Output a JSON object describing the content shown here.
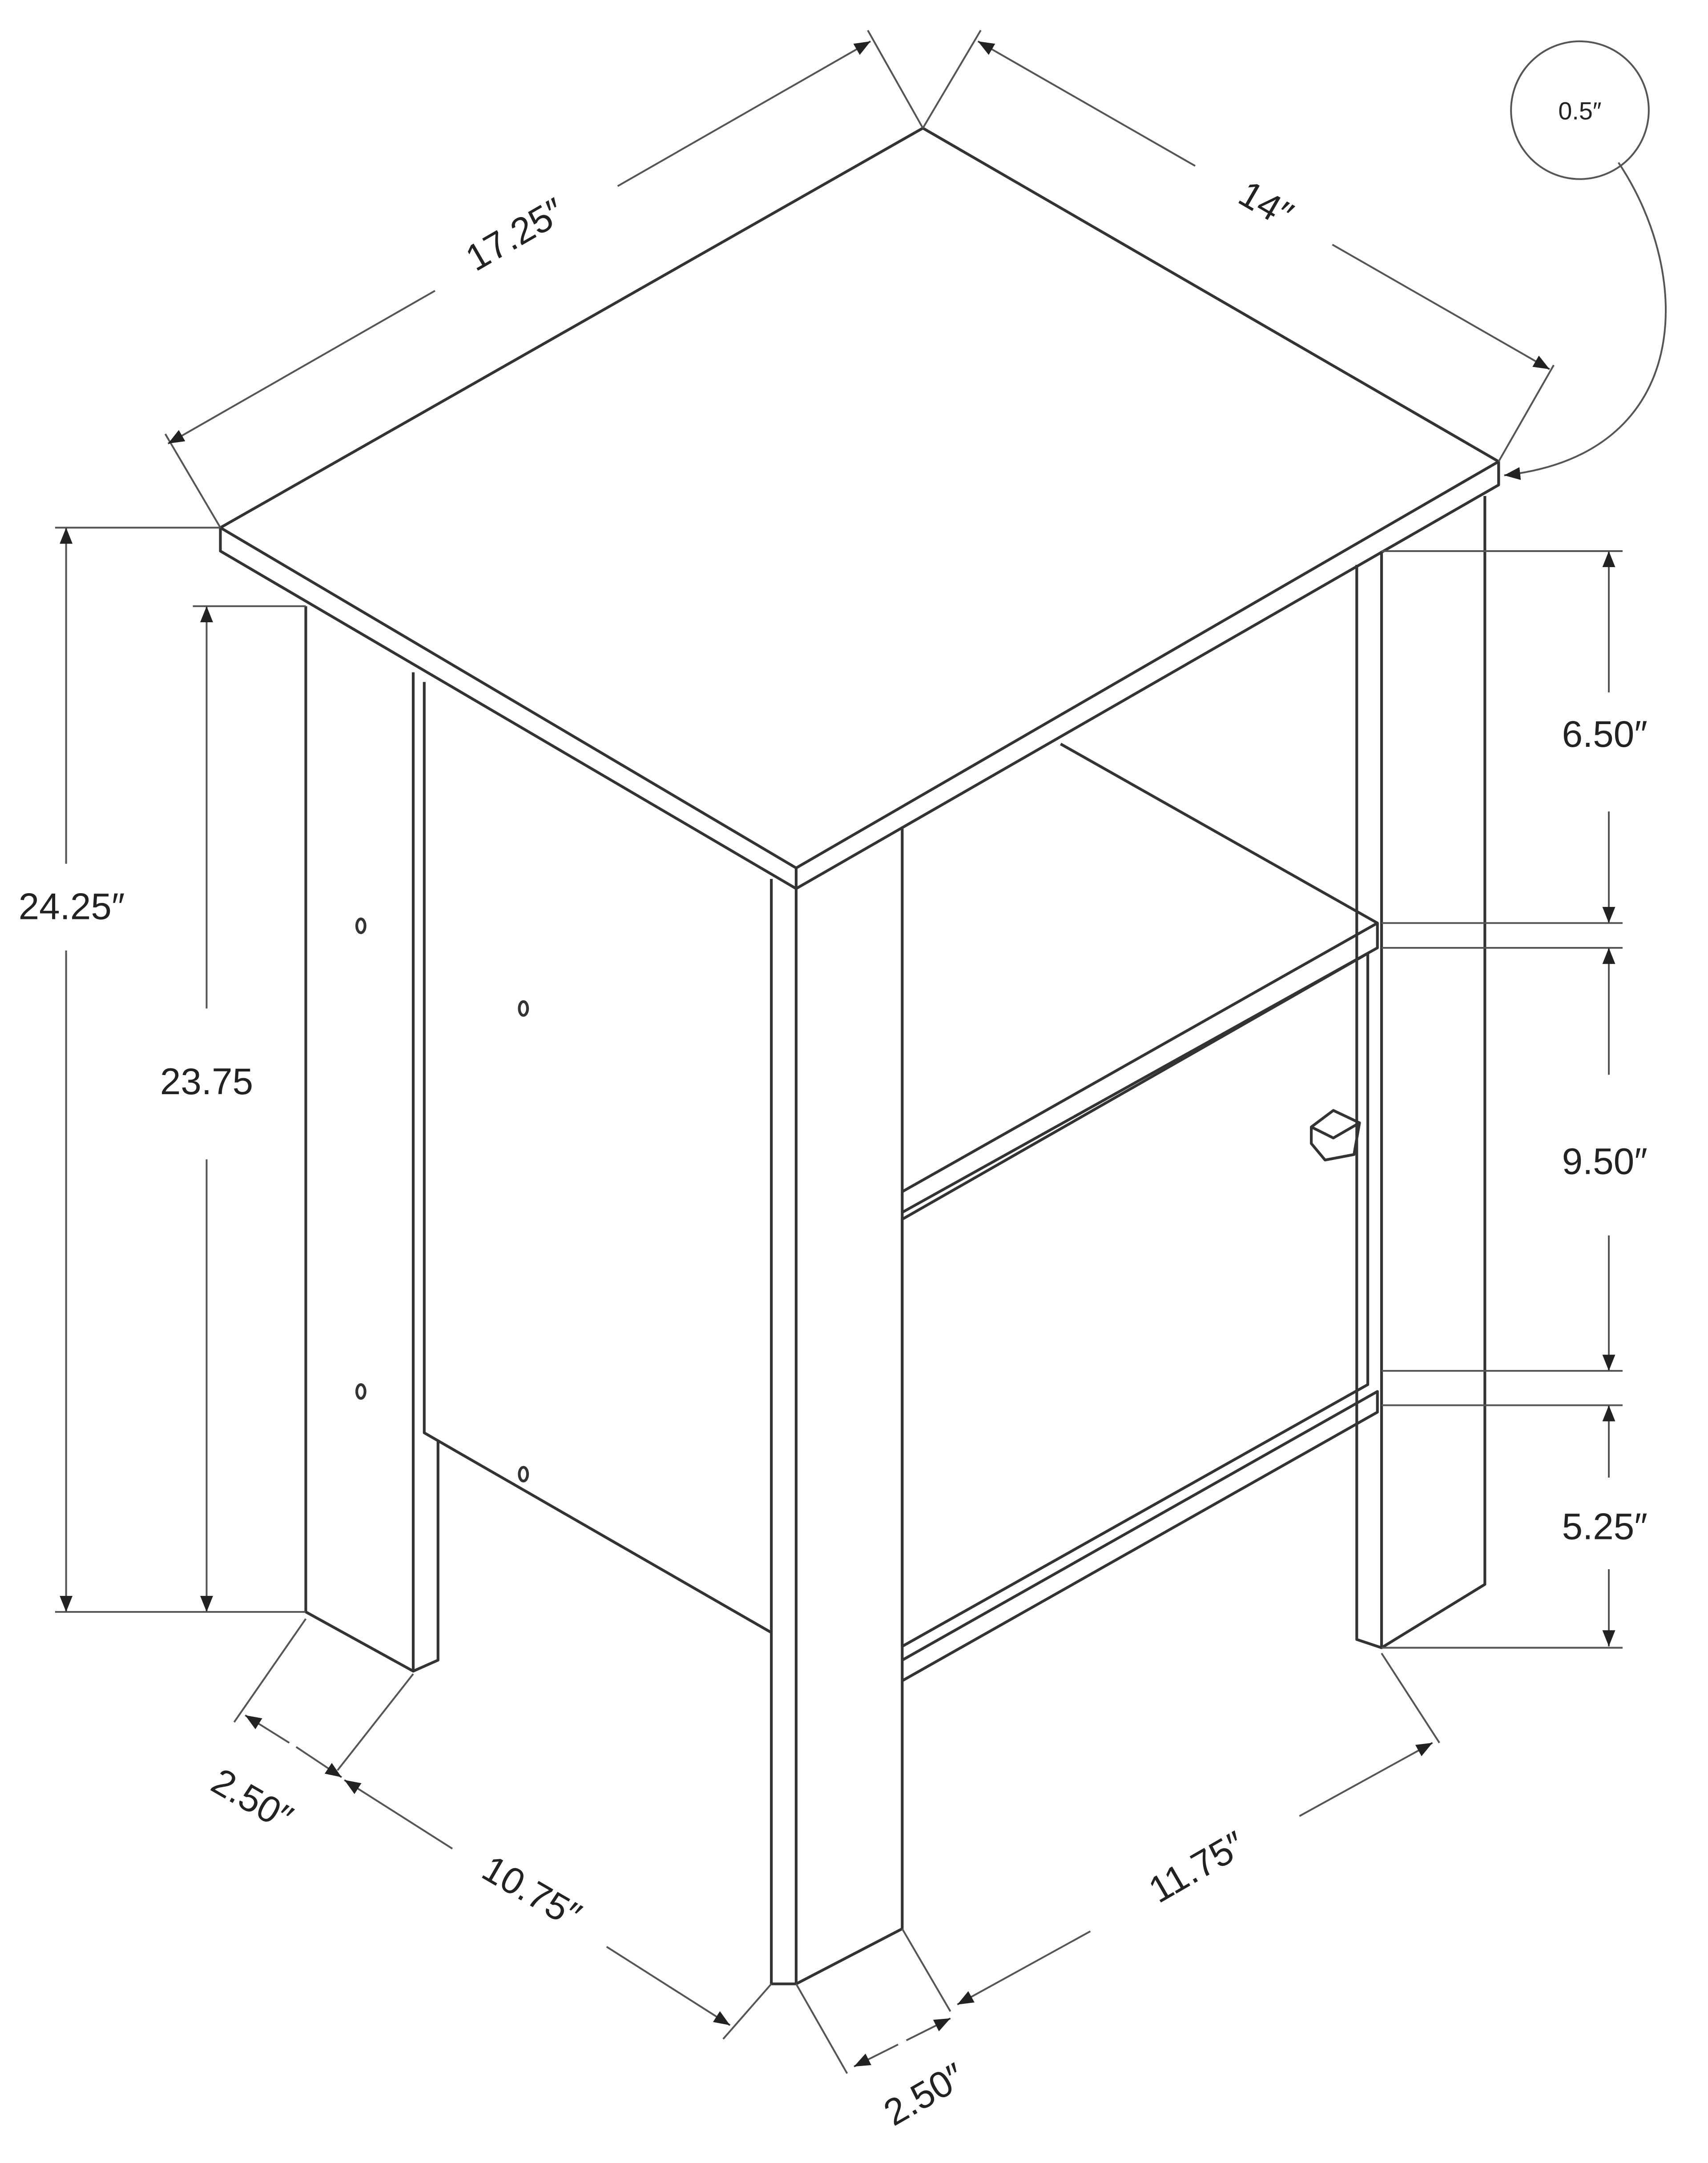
{
  "diagram": {
    "subject": "nightstand",
    "dimensions": {
      "top_width": "17.25″",
      "top_depth": "14″",
      "top_thickness": "0.5″",
      "overall_height": "24.25″",
      "leg_height": "23.75",
      "open_shelf_height": "6.50″",
      "door_height": "9.50″",
      "bottom_clearance": "5.25″",
      "leg_width_left": "2.50″",
      "side_span": "10.75″",
      "front_span": "11.75″",
      "leg_width_front": "2.50″"
    },
    "colors": {
      "line": "#333333",
      "background": "#ffffff"
    }
  }
}
